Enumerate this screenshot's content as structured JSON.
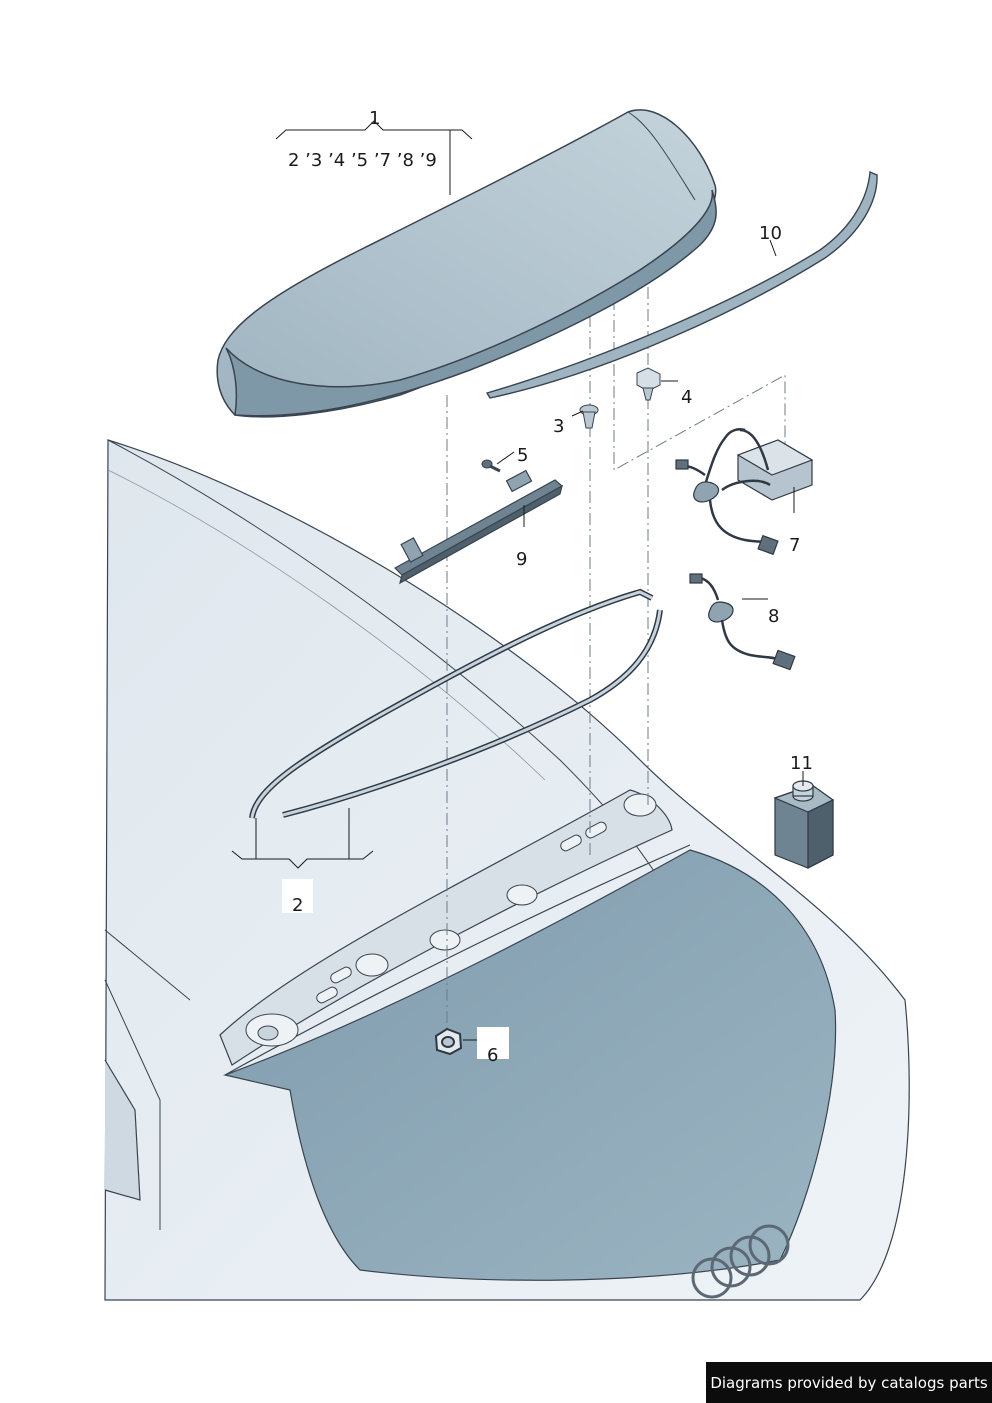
{
  "callouts": {
    "c1": "1",
    "c1_sub": "2 ’3 ’4 ’5 ’7 ’8 ’9",
    "c2": "2",
    "c3": "3",
    "c4": "4",
    "c5": "5",
    "c6": "6",
    "c7": "7",
    "c8": "8",
    "c9": "9",
    "c10": "10",
    "c11": "11"
  },
  "credit": "Diagrams provided by catalogs parts",
  "colors": {
    "outline": "#3a4450",
    "body_light": "#e8eef3",
    "body_mid": "#d5dfe7",
    "glass": "#8aa6b6",
    "spoiler_top": "#b7c8d2",
    "spoiler_edge": "#7f98a7",
    "credit_bg": "#0c0c0c"
  }
}
